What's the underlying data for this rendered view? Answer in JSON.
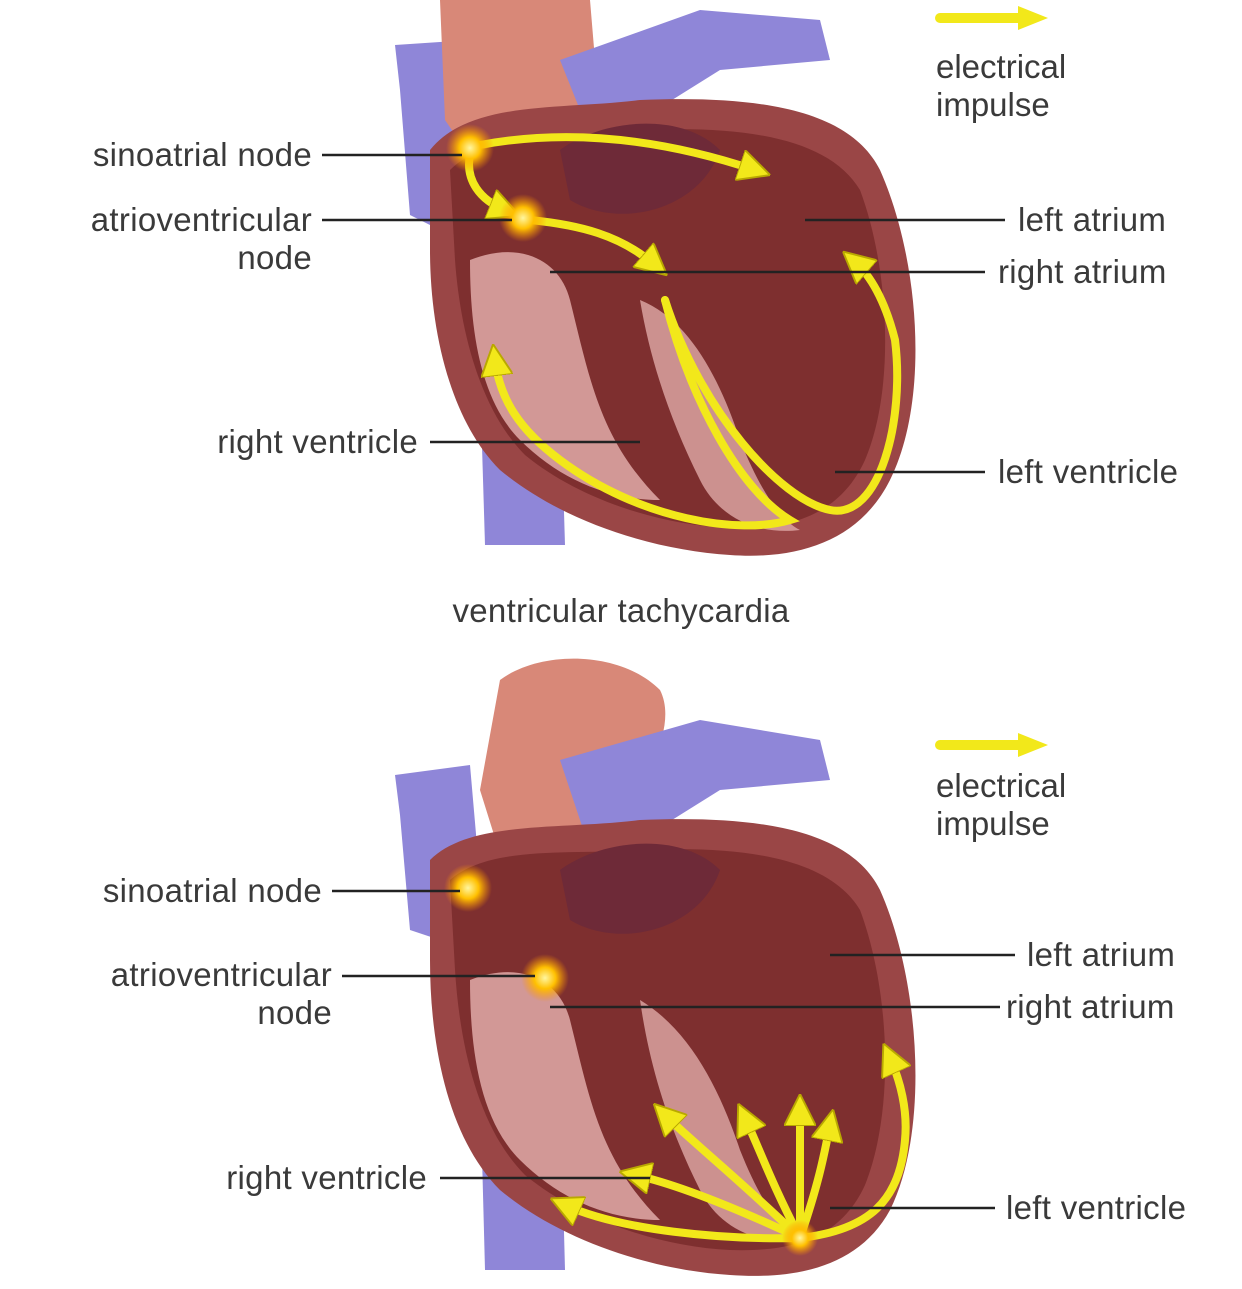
{
  "colors": {
    "impulse": "#f2e81a",
    "vessel": "#8f86d8",
    "aorta": "#d88878",
    "muscle": "#8c3a3a",
    "tissue_light": "#e0aaa8",
    "node_glow": "#ffb000"
  },
  "caption": "ventricular tachycardia",
  "panels": [
    {
      "id": "normal",
      "legend": {
        "line1": "electrical",
        "line2": "impulse"
      },
      "labels": {
        "sinoatrial": "sinoatrial node",
        "av_line1": "atrioventricular",
        "av_line2": "node",
        "right_ventricle": "right ventricle",
        "left_atrium": "left atrium",
        "right_atrium": "right atrium",
        "left_ventricle": "left ventricle"
      }
    },
    {
      "id": "vtach",
      "legend": {
        "line1": "electrical",
        "line2": "impulse"
      },
      "labels": {
        "sinoatrial": "sinoatrial node",
        "av_line1": "atrioventricular",
        "av_line2": "node",
        "right_ventricle": "right ventricle",
        "left_atrium": "left atrium",
        "right_atrium": "right atrium",
        "left_ventricle": "left ventricle"
      }
    }
  ]
}
